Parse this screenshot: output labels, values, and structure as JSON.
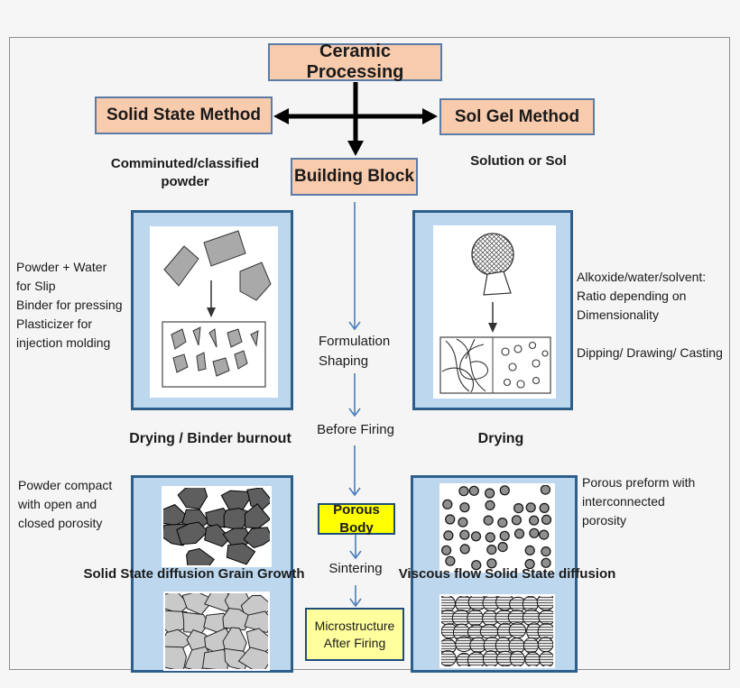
{
  "colors": {
    "node_fill": "#F8CBAD",
    "node_border": "#5a7ca6",
    "panel_fill": "#BDD7EE",
    "panel_border": "#2E5F8A",
    "highlight_fill": "#FFFF00",
    "result_fill": "#FFFF9E",
    "highlight_border": "#1F4E79",
    "flow_arrow": "#4a7ebb",
    "main_arrow": "#000000"
  },
  "flowchart": {
    "title": "Ceramic Processing",
    "solid_state_method": "Solid State Method",
    "sol_gel_method": "Sol Gel Method",
    "building_block": "Building Block",
    "porous_body": "Porous Body",
    "microstructure_after_firing": "Microstructure\nAfter Firing",
    "left_branch": {
      "subtitle": "Comminuted/classified\npowder",
      "additives_note": "Powder + Water\nfor Slip\nBinder for pressing\nPlasticizer for\ninjection molding",
      "stage1_label": "Drying / Binder burnout",
      "compact_note": "Powder compact\nwith open and\nclosed porosity",
      "stage2_label": "Solid State diffusion Grain Growth"
    },
    "center_flow": {
      "step1": "Formulation\nShaping",
      "step2": "Before Firing",
      "step3": "Sintering"
    },
    "right_branch": {
      "subtitle": "Solution or Sol",
      "additives_note": "Alkoxide/water/solvent:\nRatio depending on\nDimensionality\n\nDipping/ Drawing/ Casting",
      "stage1_label": "Drying",
      "preform_note": "Porous preform with\ninterconnected\nporosity",
      "stage2_label": "Viscous flow Solid State diffusion"
    },
    "figures": {
      "top_left": "powder-comminution-sketch",
      "top_right": "sol-gel-gelation-sketch",
      "mid_left": "powder-compact-micrograph",
      "bottom_left": "sintered-grains-micrograph",
      "mid_right": "sphere-packing-micrograph",
      "bottom_right": "dense-sintered-micrograph"
    }
  }
}
